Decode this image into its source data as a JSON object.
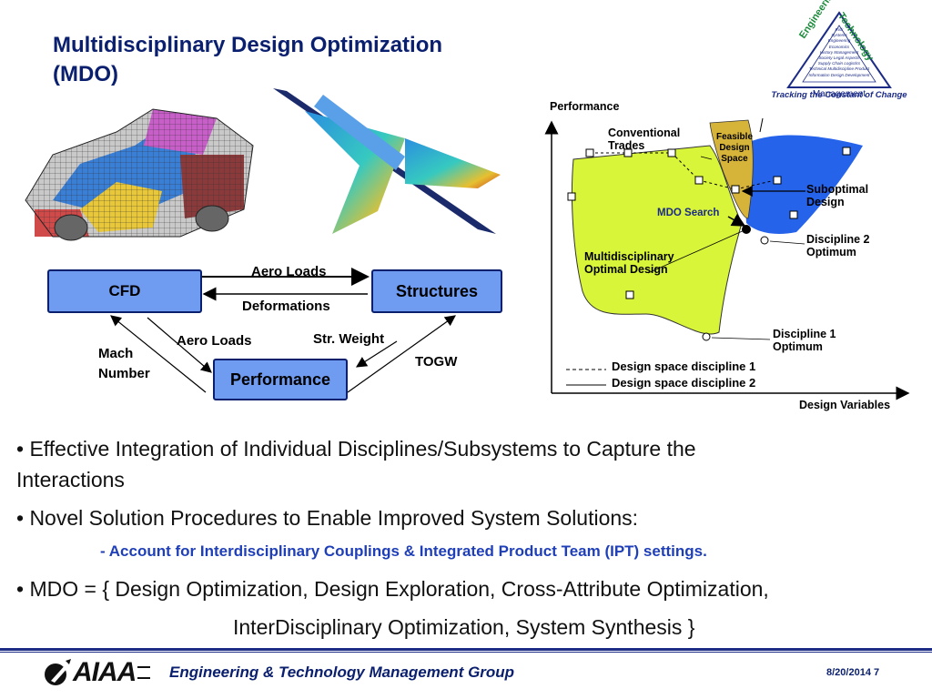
{
  "slide": {
    "title_line1": "Multidisciplinary Design Optimization",
    "title_line2": "(MDO)"
  },
  "logo": {
    "left_side": "Engineering",
    "right_side": "Technology",
    "inner_lines": [
      "Risk",
      "Systems",
      "Engineering",
      "Economics",
      "History Management",
      "Society   Legal Aspects",
      "Supply Chain   Logistics",
      "Technical Multidiscipline Product",
      "Information   Design   Development"
    ],
    "bottom": "Management",
    "tagline": "Tracking the Constant of Change"
  },
  "flow": {
    "cfd": "CFD",
    "structures": "Structures",
    "performance": "Performance",
    "aero_loads_top": "Aero Loads",
    "deformations": "Deformations",
    "aero_loads_mid": "Aero Loads",
    "str_weight": "Str. Weight",
    "mach_line1": "Mach",
    "mach_line2": "Number",
    "togw": "TOGW"
  },
  "graph": {
    "y_axis": "Performance",
    "x_axis": "Design Variables",
    "conventional_line1": "Conventional",
    "conventional_line2": "Trades",
    "feasible_line1": "Feasible",
    "feasible_line2": "Design",
    "feasible_line3": "Space",
    "suboptimal_line1": "Suboptimal",
    "suboptimal_line2": "Design",
    "mdo_search": "MDO Search",
    "disc2_line1": "Discipline 2",
    "disc2_line2": "Optimum",
    "mdo_optimal_line1": "Multidisciplinary",
    "mdo_optimal_line2": "Optimal Design",
    "disc1_line1": "Discipline 1",
    "disc1_line2": "Optimum",
    "legend1": "Design space discipline 1",
    "legend2": "Design space discipline 2",
    "colors": {
      "discipline1": "#d9f53a",
      "discipline2": "#2563eb",
      "feasible": "#d6b43a"
    }
  },
  "bullets": {
    "b1": "•  Effective Integration of Individual Disciplines/Subsystems to Capture the",
    "b1_cont": "Interactions",
    "b2": "•  Novel Solution Procedures to Enable Improved System Solutions:",
    "b2_sub": "- Account for Interdisciplinary Couplings & Integrated Product Team (IPT) settings.",
    "b3": "•  MDO = { Design Optimization, Design Exploration, Cross-Attribute Optimization,",
    "b3_cont": "InterDisciplinary Optimization, System Synthesis }"
  },
  "footer": {
    "org": "AIAA",
    "group": "Engineering & Technology Management Group",
    "date_page": "8/20/2014 7"
  }
}
